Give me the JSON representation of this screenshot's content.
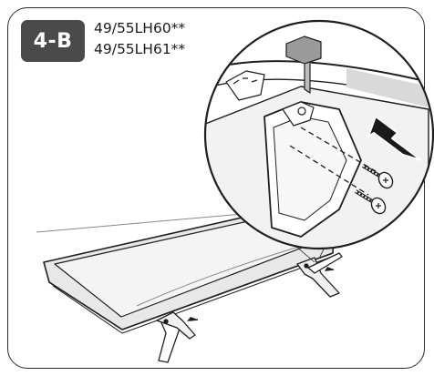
{
  "step": {
    "label": "4-B"
  },
  "models": [
    "49/55LH60**",
    "49/55LH61**"
  ],
  "colors": {
    "badge": "#4a4a4a",
    "line": "#1f1f1f",
    "tv_fill": "#e6e6e6"
  },
  "illustration": {
    "zoom_panel": "tv-stand-screw-detail",
    "arrows": 3,
    "screws_in_detail": 2
  }
}
